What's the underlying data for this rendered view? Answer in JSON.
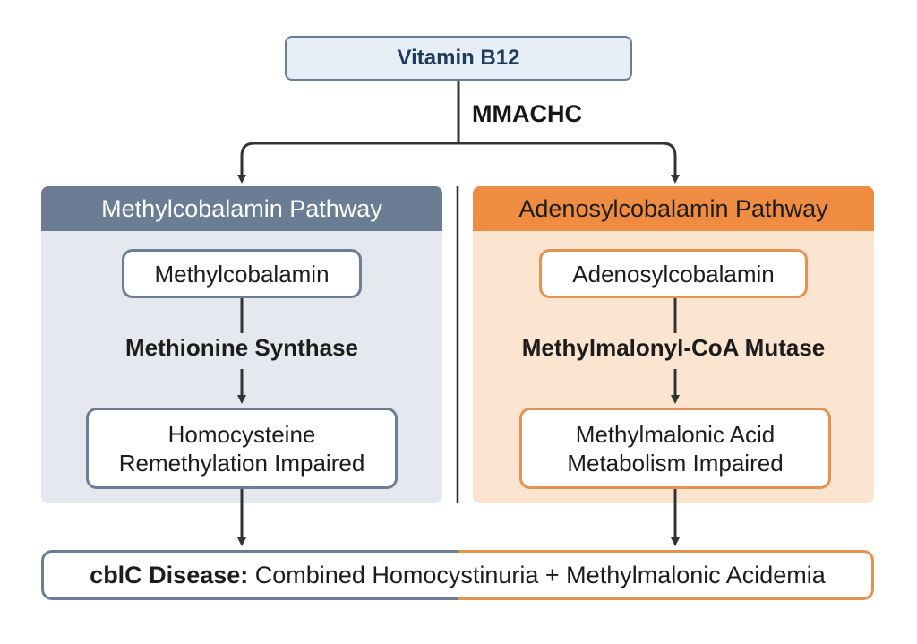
{
  "top": {
    "label": "Vitamin B12"
  },
  "gene": {
    "label": "MMACHC"
  },
  "left_pathway": {
    "title": "Methylcobalamin Pathway",
    "cofactor": "Methylcobalamin",
    "enzyme": "Methionine Synthase",
    "outcome_line1": "Homocysteine",
    "outcome_line2": "Remethylation Impaired"
  },
  "right_pathway": {
    "title": "Adenosylcobalamin Pathway",
    "cofactor": "Adenosylcobalamin",
    "enzyme": "Methylmalonyl-CoA Mutase",
    "outcome_line1": "Methylmalonic Acid",
    "outcome_line2": "Metabolism Impaired"
  },
  "disease": {
    "name": "cblC Disease:",
    "description": "Combined Homocystinuria + Methylmalonic Acidemia"
  },
  "colors": {
    "left_accent": "#6b7d95",
    "left_panel_bg": "#e5e8ee",
    "right_accent": "#ef8c42",
    "right_panel_bg": "#fbe4d0",
    "top_box_bg": "#e6eef8",
    "connector": "#333333"
  }
}
